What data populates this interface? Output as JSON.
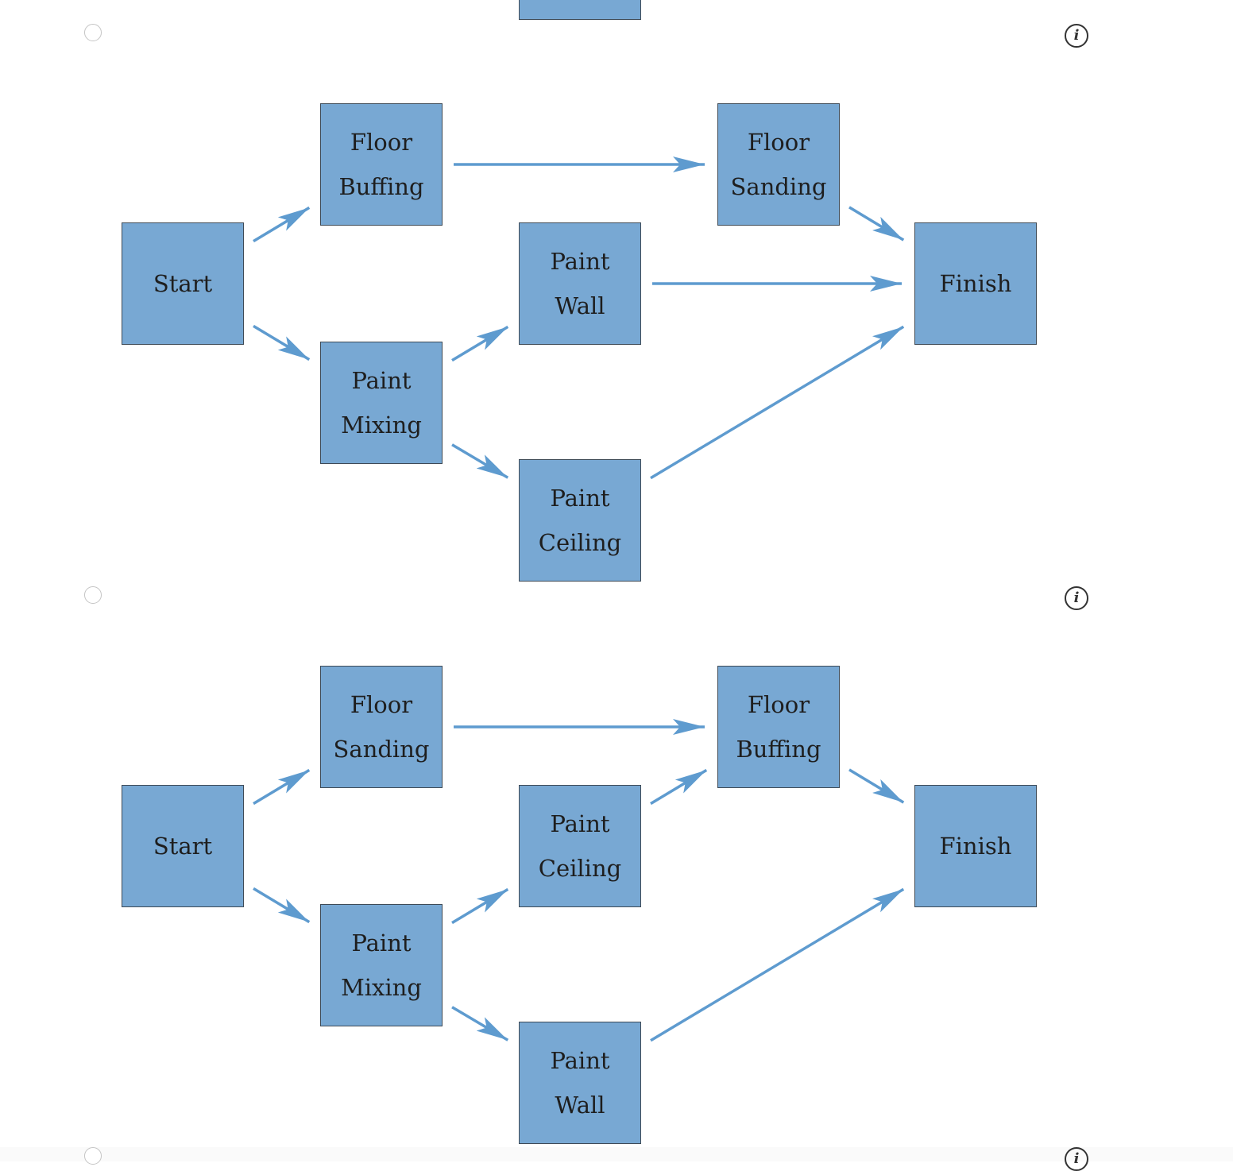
{
  "info_glyph": "i",
  "colors": {
    "node_fill": "#78a8d3",
    "node_border": "#3e4a56",
    "arrow": "#5e9bcf"
  },
  "icons": {
    "option_radio": "radio-circle",
    "info": "info-icon"
  },
  "options": [
    {
      "nodes": {
        "start": [
          "Start"
        ],
        "n1": [
          "Floor",
          "Buffing"
        ],
        "n2": [
          "Paint",
          "Mixing"
        ],
        "n3": [
          "Paint",
          "Wall"
        ],
        "n4": [
          "Paint",
          "Ceiling"
        ],
        "n5": [
          "Floor",
          "Sanding"
        ],
        "finish": [
          "Finish"
        ]
      },
      "edges": [
        [
          "start",
          "n1"
        ],
        [
          "start",
          "n2"
        ],
        [
          "n1",
          "n5"
        ],
        [
          "n2",
          "n3"
        ],
        [
          "n2",
          "n4"
        ],
        [
          "n5",
          "finish"
        ],
        [
          "n3",
          "finish"
        ],
        [
          "n4",
          "finish"
        ]
      ]
    },
    {
      "nodes": {
        "start": [
          "Start"
        ],
        "n1": [
          "Floor",
          "Sanding"
        ],
        "n2": [
          "Paint",
          "Mixing"
        ],
        "n3": [
          "Paint",
          "Ceiling"
        ],
        "n4": [
          "Paint",
          "Wall"
        ],
        "n5": [
          "Floor",
          "Buffing"
        ],
        "finish": [
          "Finish"
        ]
      },
      "edges": [
        [
          "start",
          "n1"
        ],
        [
          "start",
          "n2"
        ],
        [
          "n1",
          "n5"
        ],
        [
          "n2",
          "n3"
        ],
        [
          "n2",
          "n4"
        ],
        [
          "n3",
          "n5"
        ],
        [
          "n5",
          "finish"
        ],
        [
          "n4",
          "finish"
        ]
      ]
    }
  ]
}
